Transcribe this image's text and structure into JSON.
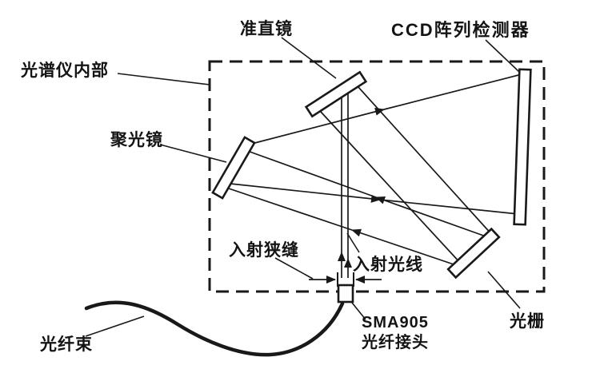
{
  "diagram": {
    "background": "#ffffff",
    "line_color": "#191919",
    "labels": {
      "enclosure": "光谱仪内部",
      "collimating_mirror": "准直镜",
      "ccd_detector": "CCD阵列检测器",
      "focusing_mirror": "聚光镜",
      "entrance_slit": "入射狭缝",
      "incident_ray": "入射光线",
      "grating": "光栅",
      "connector_model": "SMA905",
      "connector_type": "光纤接头",
      "fiber_bundle": "光纤束"
    }
  }
}
